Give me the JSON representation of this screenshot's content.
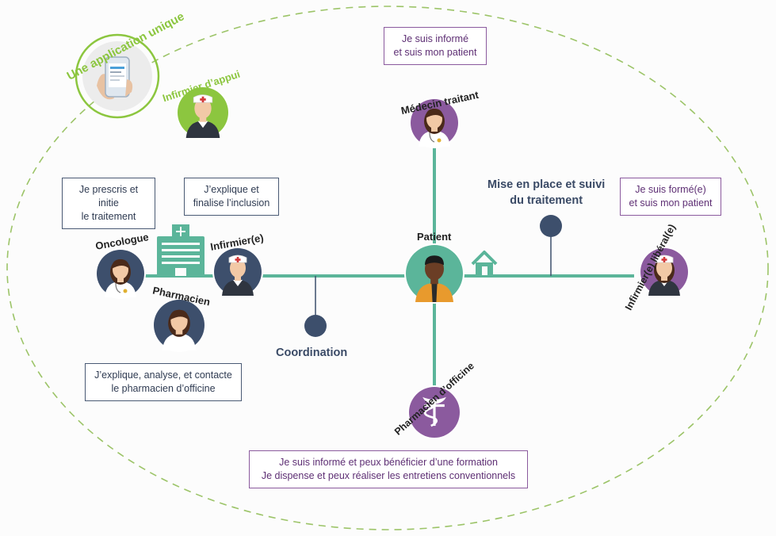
{
  "colors": {
    "line": "#5bb59a",
    "dot": "#3d4f6c",
    "navy": "#3d4f6c",
    "green": "#8cc63f",
    "teal": "#5bb59a",
    "purple": "#8b5a9e",
    "dash": "#9cc468",
    "bubble_border": "#4a5a74"
  },
  "app": {
    "title": "Une application unique",
    "icon": "smartphone-app-icon"
  },
  "nodes": {
    "infirmier_appui": "Infirmier d’appui",
    "medecin": "Médecin traitant",
    "oncologue": "Oncologue",
    "infirmier": "Infirmier(e)",
    "pharmacien": "Pharmacien",
    "patient": "Patient",
    "infirmier_liberal": "Infirmier(e) libéral(e)",
    "pharmacien_officine": "Pharmacien d’officine"
  },
  "bubbles": {
    "medecin": [
      "Je suis informé",
      "et suis mon patient"
    ],
    "oncologue": [
      "Je prescris et initie",
      "le traitement"
    ],
    "infirmier": [
      "J’explique et",
      "finalise l’inclusion"
    ],
    "liberal": [
      "Je suis formé(e)",
      "et suis mon patient"
    ],
    "pharmacien": [
      "J’explique, analyse, et contacte",
      "le pharmacien d’officine"
    ],
    "officine": [
      "Je suis informé et peux bénéficier d’une formation",
      "Je dispense et peux réaliser les entretiens conventionnels"
    ]
  },
  "labels": {
    "coordination": "Coordination",
    "suivi_line1": "Mise en place et suivi",
    "suivi_line2": "du traitement"
  },
  "icons": [
    "hospital-icon",
    "home-icon"
  ]
}
